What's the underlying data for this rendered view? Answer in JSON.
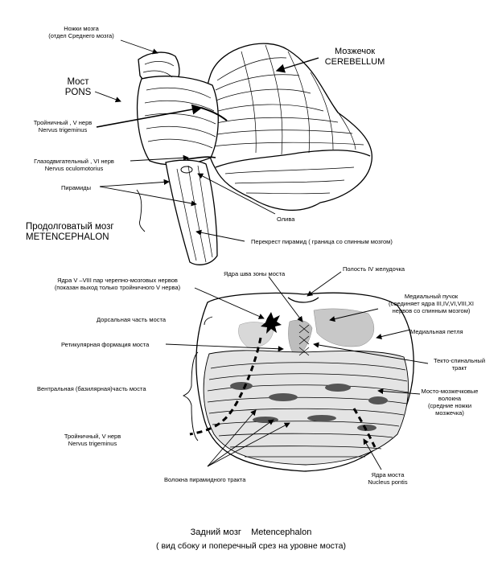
{
  "labels": {
    "peduncles": [
      "Ножки мозга",
      "(отдел Среднего мозга)"
    ],
    "cerebellum": [
      "Мозжечок",
      "CEREBELLUM"
    ],
    "pons": [
      "Мост",
      "PONS"
    ],
    "trigeminal_top": [
      "Тройничный , V нерв",
      "Nervus trigeminus"
    ],
    "abducens": [
      "Глазодвигательный , VI  нерв",
      "Nervus oculomotorius"
    ],
    "pyramids": "Пирамиды",
    "medulla": [
      "Продолговатый мозг",
      "METENCEPHALON"
    ],
    "olive": "Олива",
    "decussation": "Перекрест пирамид ( граница со спинным мозгом)",
    "nuclei_v_viii": [
      "Ядра V –VIII пар черепно-мозговых нервов",
      "(показан выход только тройничного V нерва)"
    ],
    "raphe_nuclei": "Ядра шва зоны моста",
    "fourth_ventricle": "Полость IV желудочка",
    "mlf": [
      "Медиальный пучок",
      "(соединяет ядра III,IV,VI,VIII,XI",
      "нервов со спинным мозгом)"
    ],
    "dorsal_pons": "Дорсальная часть моста",
    "medial_lemniscus": "Медиальная петля",
    "reticular": "Ретикулярная формация моста",
    "tectospinal": [
      "Текто-спинальный",
      "тракт"
    ],
    "ventral_pons": "Вентральная (базилярная)часть моста",
    "pontocerebellar": [
      "Мосто-мозжечковые",
      "волокна",
      "(средние ножки",
      "мозжечка)"
    ],
    "trigeminal_bottom": [
      "Тройничный, V нерв",
      "Nervus trigeminus"
    ],
    "pyramidal_fibers": "Волокна пирамидного тракта",
    "pontine_nuclei": [
      "Ядра моста",
      "Nucleus pontis"
    ]
  },
  "caption": {
    "line1a": "Задний мозг",
    "line1b": "Metencephalon",
    "line2": "( вид сбоку и поперечный срез на уровне моста)"
  }
}
